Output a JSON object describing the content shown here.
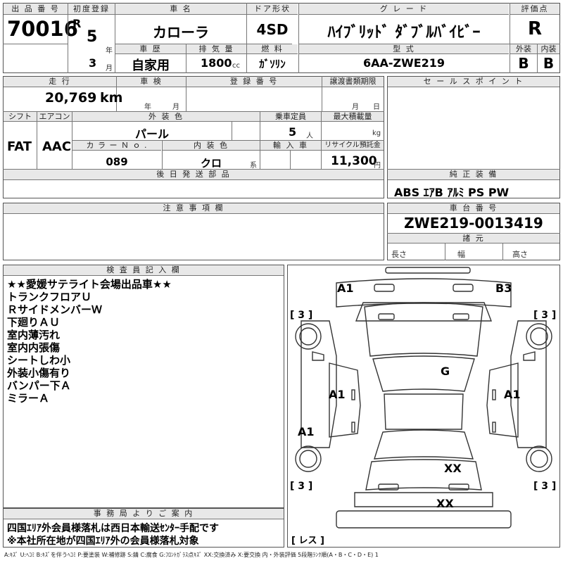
{
  "header": {
    "lot_no_label": "出 品 番 号",
    "lot_no": "70016",
    "first_reg_label": "初度登録",
    "era": "R",
    "year_num": "5",
    "year_unit": "年",
    "month_num": "3",
    "month_unit": "月",
    "car_name_label": "車 名",
    "car_name": "カローラ",
    "history_label": "車 歴",
    "history": "自家用",
    "displacement_label": "排 気 量",
    "displacement": "1800",
    "displacement_unit": "cc",
    "door_label": "ドア形状",
    "door": "4SD",
    "fuel_label": "燃 料",
    "fuel": "ｶﾞｿﾘﾝ",
    "grade_label": "グ レ ー ド",
    "grade": "ﾊｲﾌﾞﾘｯﾄﾞ ﾀﾞﾌﾞﾙﾊﾞｲﾋﾞｰ",
    "model_label": "型 式",
    "model": "6AA-ZWE219",
    "score_label": "評価点",
    "score": "R",
    "exterior_label": "外装",
    "exterior": "B",
    "interior_label": "内装",
    "interior": "B"
  },
  "details": {
    "mileage_label": "走 行",
    "mileage": "20,769",
    "mileage_unit": "km",
    "inspection_label": "車 検",
    "inspection_year_unit": "年",
    "inspection_month_unit": "月",
    "reg_no_label": "登 録 番 号",
    "doc_deadline_label": "譲渡書類期限",
    "doc_month_unit": "月",
    "doc_day_unit": "日",
    "shift_label": "シフト",
    "shift": "FAT",
    "ac_label": "エアコン",
    "ac": "AAC",
    "ext_color_label": "外 装 色",
    "ext_color": "パール",
    "capacity_label": "乗車定員",
    "capacity": "5",
    "capacity_unit": "人",
    "max_load_label": "最大積載量",
    "max_load_unit": "kg",
    "color_no_label": "カ ラ ー Ｎ ｏ .",
    "color_no": "089",
    "int_color_label": "内 装 色",
    "int_color": "クロ",
    "int_color_unit": "系",
    "import_label": "輸 入 車",
    "recycle_label": "リサイクル預託金",
    "recycle": "11,300",
    "recycle_unit": "円",
    "later_parts_label": "後 日 発 送 部 品",
    "notes_label": "注 意 事 項 欄"
  },
  "right_panel": {
    "sales_points_label": "セ ー ル ス ポ イ ン ト",
    "equipment_label": "純 正 装 備",
    "equipment": "ABS ｴｱB ｱﾙﾐ PS PW",
    "chassis_label": "車 台 番 号",
    "chassis": "ZWE219-0013419",
    "specs_label": "諸 元",
    "length_label": "長さ",
    "width_label": "幅",
    "height_label": "高さ"
  },
  "inspector": {
    "label": "検 査 員 記 入 欄",
    "lines": [
      "★★愛媛サテライト会場出品車★★",
      "トランクフロアＵ",
      "ＲサイドメンバーＷ",
      "下廻りＡＵ",
      "室内薄汚れ",
      "室内内張傷",
      "シートしわ小",
      "外装小傷有り",
      "バンパー下Ａ",
      "ミラーＡ"
    ]
  },
  "office": {
    "label": "事 務 局 よ り ご 案 内",
    "line1": "四国ｴﾘｱ外会員様落札は西日本輸送ｾﾝﾀｰ手配です",
    "line2": "※本社所在地が四国ｴﾘｱ外の会員様落札対象"
  },
  "diagram": {
    "marks": {
      "front_left": "A1",
      "front_right": "B3",
      "tire_fl": "[ 3 ]",
      "tire_fr": "[ 3 ]",
      "windshield": "G",
      "door_left": "A1",
      "door_right": "A1",
      "rear_quarter_left": "A1",
      "trunk": "XX",
      "rear_bumper": "XX",
      "tire_rl": "[ 3 ]",
      "tire_rr": "[ 3 ]",
      "spare": "[ レス ]"
    }
  },
  "legend": "A:ｷｽﾞ U:ﾍｺﾐ B:ｷｽﾞを伴うﾍｺﾐ P:要塗装 W:補修跡 S:錆 C:腐食 G:ﾌﾛﾝﾄｶﾞﾗｽ点ｷｽﾞ XX:交換済み X:要交換 内・外装評価 5段階ﾗﾝｸ順(A・B・C・D・E) 1"
}
